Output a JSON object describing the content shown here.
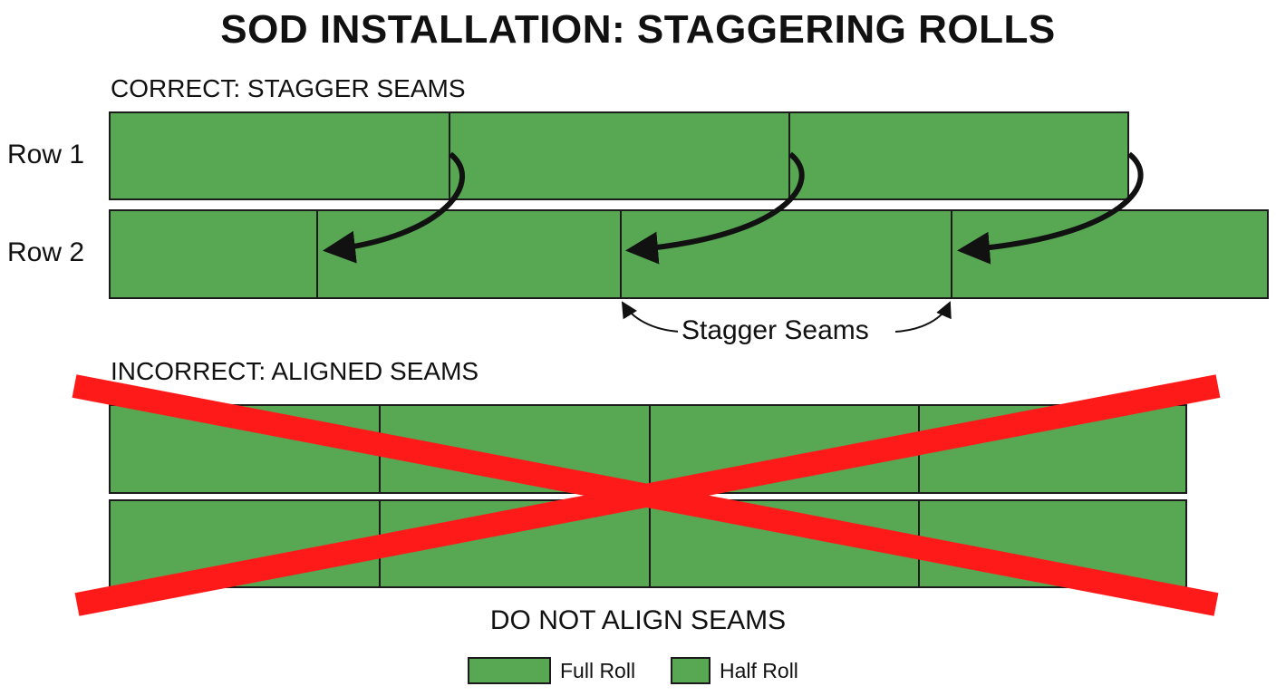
{
  "title": "SOD INSTALLATION: STAGGERING ROLLS",
  "correct": {
    "label": "CORRECT: STAGGER SEAMS",
    "row1_label": "Row 1",
    "row2_label": "Row 2",
    "callout": "Stagger Seams"
  },
  "incorrect": {
    "label": "INCORRECT: ALIGNED SEAMS",
    "warning": "DO NOT ALIGN SEAMS"
  },
  "legend": {
    "full_roll": "Full Roll",
    "half_roll": "Half Roll"
  },
  "colors": {
    "sod_green": "#57a753",
    "cross_red": "#ff1a1a",
    "outline": "#1b1b1b",
    "arrow": "#111111"
  }
}
